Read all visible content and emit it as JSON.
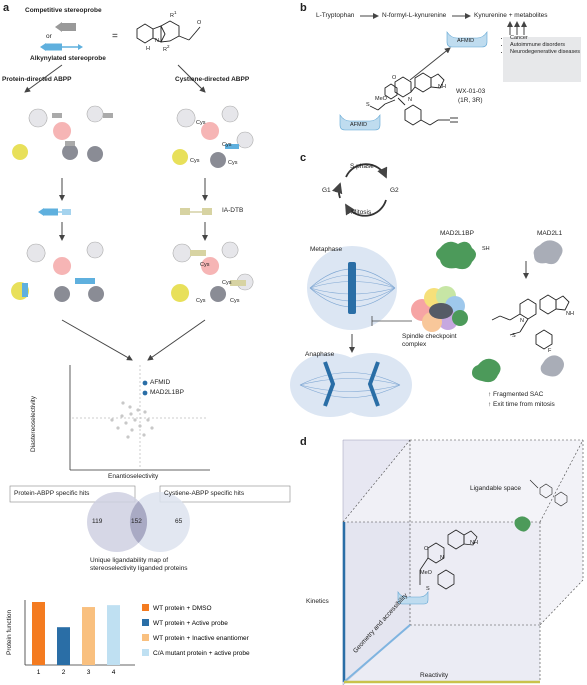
{
  "panel_a": {
    "label": "a",
    "competitive_probe": "Competitive stereoprobe",
    "or": "or",
    "alkynylated_probe": "Alkynylated stereoprobe",
    "equals": "=",
    "r1": "R",
    "r1_sup": "1",
    "r2": "R",
    "r2_sup": "2",
    "nh": "N",
    "h": "H",
    "o": "O",
    "protein_abpp": "Protein-directed ABPP",
    "cysteine_abpp": "Cystiene-directed ABPP",
    "cys": "Cys",
    "ia_dtb": "IA-DTB",
    "scatter_points": [
      {
        "label": "AFMID"
      },
      {
        "label": "MAD2L1BP"
      }
    ],
    "y_axis": "Diastereoselectivity",
    "x_axis": "Enantioselectivity",
    "protein_hits": "Protein-ABPP specific hits",
    "cysteine_hits": "Cystiene-ABPP specific hits",
    "venn": {
      "left": "119",
      "center": "152",
      "right": "65"
    },
    "venn_caption": "Unique ligandability map of stereoselectivity liganded proteins",
    "bar_chart": {
      "y_axis": "Protein function",
      "categories": [
        "1",
        "2",
        "3",
        "4"
      ],
      "values": [
        1.0,
        0.6,
        0.92,
        0.95
      ],
      "colors": [
        "#f47b20",
        "#2a6ea6",
        "#f9c07f",
        "#bfe0f2"
      ],
      "legend": [
        "WT protein + DMSO",
        "WT protein + Active probe",
        "WT protein + Inactive enantiomer",
        "C/A mutant protein + active probe"
      ]
    }
  },
  "panel_b": {
    "label": "b",
    "tryptophan": "L-Tryptophan",
    "nfk": "N-formyl-L-kynurenine",
    "kynurenine": "Kynurenine + metabolites",
    "afmid": "AFMID",
    "afmid2": "AFMID",
    "compound": "WX-01-03",
    "stereo": "(1R, 3R)",
    "diseases": [
      "Cancer",
      "Autoimmune disorders",
      "Neurodegenerative diseases"
    ],
    "meo": "MeO",
    "nh": "NH",
    "n": "N",
    "o": "O",
    "s": "S"
  },
  "panel_c": {
    "label": "c",
    "s_phase": "S phase",
    "g1": "G1",
    "g2": "G2",
    "mitosis": "Mitosis",
    "metaphase": "Metaphase",
    "anaphase": "Anaphase",
    "mad2l1bp": "MAD2L1BP",
    "mad2l1": "MAD2L1",
    "sh": "SH",
    "spindle": "Spindle checkpoint complex",
    "fragmented": "↑ Fragmented SAC",
    "exit": "↑ Exit time from mitosis",
    "nh": "NH",
    "n": "N",
    "s": "S",
    "f": "F"
  },
  "panel_d": {
    "label": "d",
    "ligandable": "Ligandable space",
    "kinetics": "Kinetics",
    "geometry": "Geometry and accessibility",
    "reactivity": "Reactivity",
    "meo": "MeO",
    "s": "S",
    "nh": "NH",
    "n": "N",
    "o": "O"
  }
}
